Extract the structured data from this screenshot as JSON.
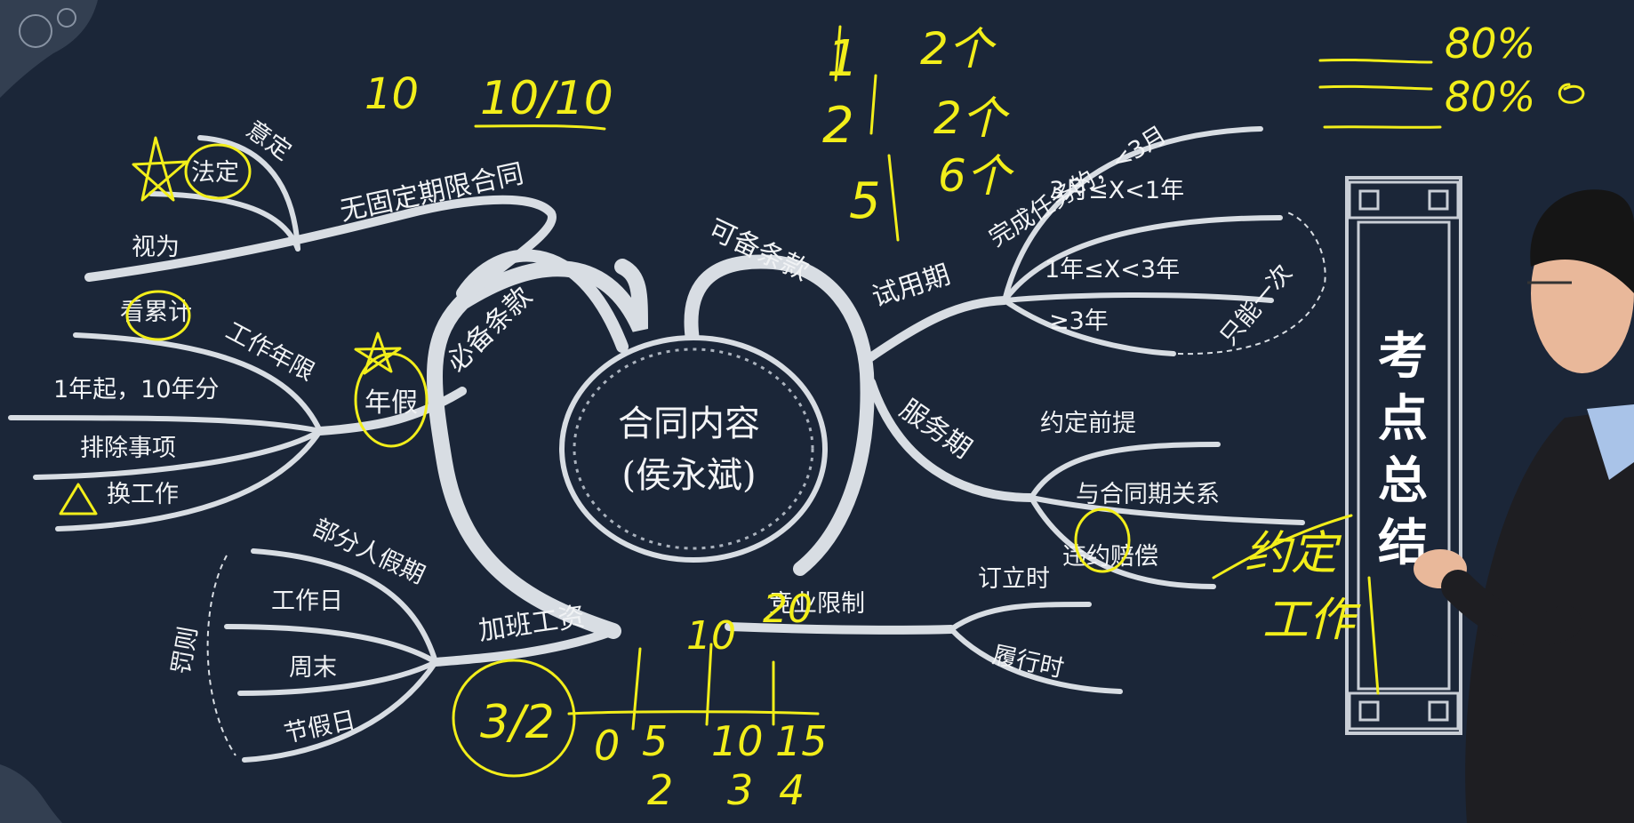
{
  "colors": {
    "background": "#1b2638",
    "branch": "#d8dde3",
    "annotation_ink": "#f2ee1a"
  },
  "center": {
    "title": "合同内容",
    "subtitle": "(侯永斌)"
  },
  "summary_scroll": {
    "text": [
      "考",
      "点",
      "总",
      "结"
    ]
  },
  "branches": {
    "required_clauses": "必备条款",
    "open_ended_contract": {
      "label": "无固定期限合同",
      "items": [
        "意定",
        "法定",
        "视为"
      ]
    },
    "annual_leave": {
      "label": "年假",
      "items": [
        "工作年限",
        "看累计",
        "1年起，10年分",
        "排除事项",
        "换工作"
      ]
    },
    "overtime_pay": {
      "label": "加班工资",
      "items": [
        "部分人假期",
        "工作日",
        "周末",
        "节假日"
      ],
      "penalty": "罚则"
    },
    "optional_clauses": "可备条款",
    "probation": {
      "label": "试用期",
      "items": [
        "完成任务的，<3月",
        "3月≤X<1年",
        "1年≤X<3年",
        "≥3年"
      ],
      "note": "只能一次"
    },
    "service_period": {
      "label": "服务期",
      "items": [
        "约定前提",
        "与合同期关系",
        "违约赔偿"
      ]
    },
    "non_compete": {
      "label": "竞业限制",
      "items": [
        "订立时",
        "履行时"
      ]
    }
  },
  "annotations": {
    "top_numbers": [
      "10",
      "10/10"
    ],
    "probation_math": [
      "1",
      "2个",
      "2",
      "2个",
      "5",
      "6个"
    ],
    "percents": [
      "80%",
      "80%"
    ],
    "timeline": [
      "10",
      "20",
      "0",
      "5",
      "10",
      "15",
      "2",
      "3",
      "4"
    ],
    "circled": "3/2",
    "right_note": [
      "约定",
      "工作"
    ]
  }
}
